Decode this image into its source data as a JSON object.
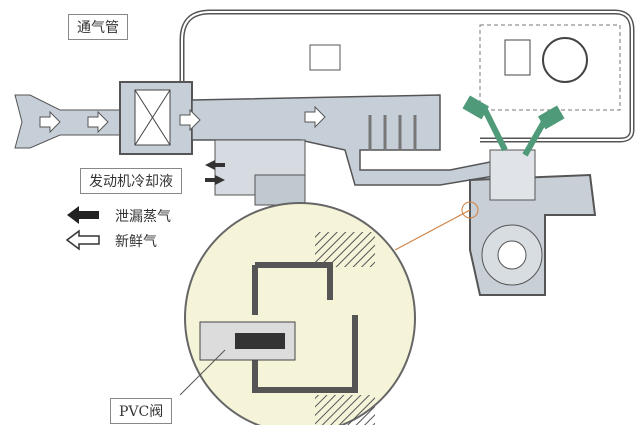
{
  "labels": {
    "breather_hose": "通气管",
    "engine_coolant": "发动机冷却液",
    "pcv_valve": "PVC阀"
  },
  "legend": [
    {
      "label": "泄漏蒸气",
      "icon": "solid-arrow-left"
    },
    {
      "label": "新鲜气",
      "icon": "hollow-arrow-left"
    }
  ],
  "colors": {
    "pipe": "#b8c4d0",
    "magnifier": "#f5f3d8",
    "engine": "#c9cfd6",
    "valve": "#4f9a78"
  }
}
